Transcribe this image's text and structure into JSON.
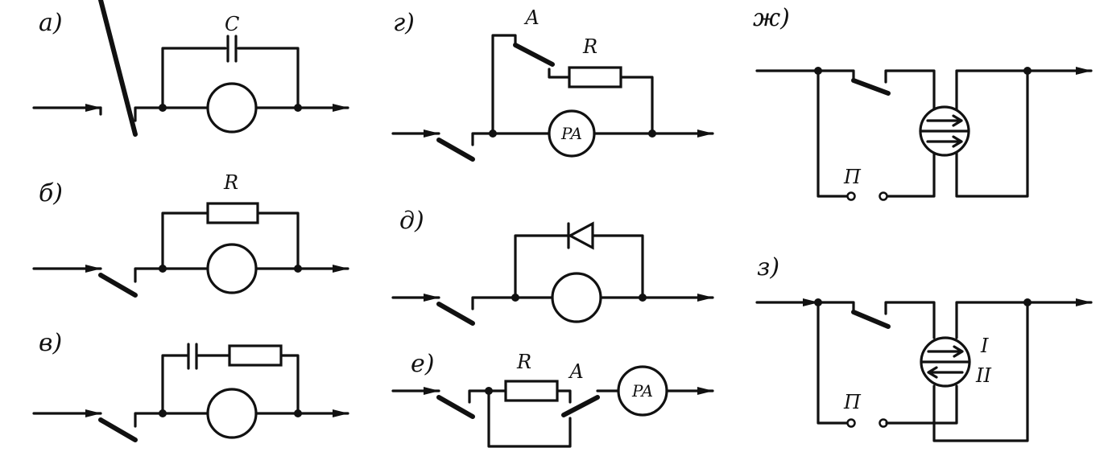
{
  "labels": {
    "a": "а)",
    "b": "б)",
    "v": "в)",
    "g": "г)",
    "d": "д)",
    "e": "е)",
    "zh": "ж)",
    "z": "з)"
  },
  "symbols": {
    "c": "C",
    "r": "R",
    "a": "А",
    "p": "П",
    "pa": "PA",
    "one": "I",
    "two": "II"
  }
}
